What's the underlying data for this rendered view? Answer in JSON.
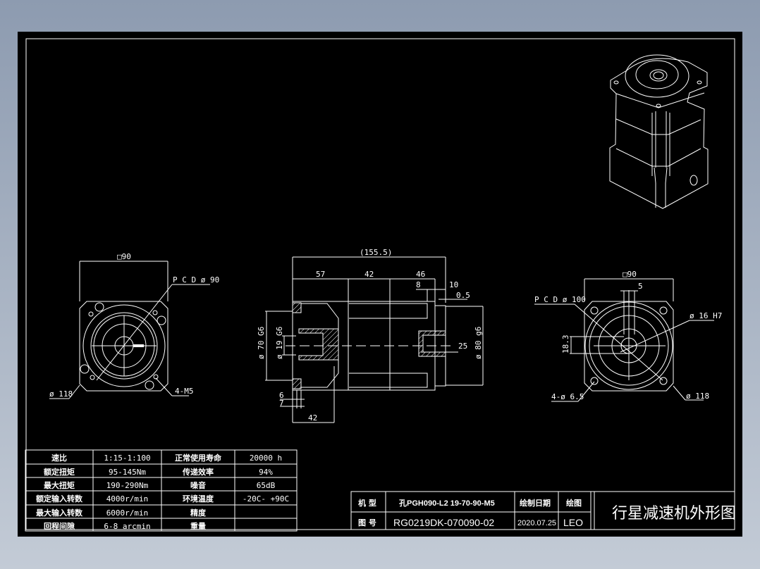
{
  "views": {
    "left": {
      "square": "□90",
      "pcd": "P C D ø 90",
      "outer_dia": "ø 118",
      "holes": "4-M5"
    },
    "side": {
      "overall": "(155.5)",
      "d57": "57",
      "d42": "42",
      "d46": "46",
      "d8": "8",
      "d10": "10",
      "d05": "0.5",
      "dia70": "ø 70 G6",
      "dia19": "ø 19 G6",
      "dia80": "ø 80 g6",
      "d25": "25",
      "d6": "6",
      "d7": "7",
      "d42b": "42"
    },
    "right": {
      "square": "□90",
      "key": "5",
      "pcd": "P C D ø 100",
      "bore": "ø 16 H7",
      "h183": "18.3",
      "holes": "4-ø 6.5",
      "outer_dia": "ø 118"
    }
  },
  "spec_table": {
    "rows": [
      [
        "速比",
        "1:15-1:100",
        "正常使用寿命",
        "20000 h"
      ],
      [
        "额定扭矩",
        "95-145Nm",
        "传递效率",
        "94%"
      ],
      [
        "最大扭矩",
        "190-290Nm",
        "噪音",
        "65dB"
      ],
      [
        "额定输入转数",
        "4000r/min",
        "环境温度",
        "-20C- +90C"
      ],
      [
        "最大输入转数",
        "6000r/min",
        "精度",
        ""
      ],
      [
        "回程间隙",
        "6-8 arcmin",
        "重量",
        ""
      ]
    ]
  },
  "title_block": {
    "model_label": "机 型",
    "model_value": "孔PGH090-L2 19-70-90-M5",
    "date_label": "绘制日期",
    "drawer_label": "绘图",
    "drawing_no_label": "图 号",
    "drawing_no_value": "RG0219DK-070090-02",
    "date_value": "2020.07.25",
    "drawer_value": "LEO",
    "title": "行星减速机外形图"
  },
  "colors": {
    "canvas": "#000000",
    "lines": "#ffffff"
  }
}
